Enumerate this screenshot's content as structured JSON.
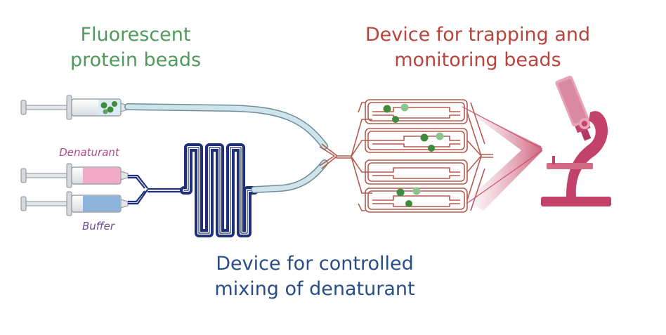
{
  "labels": {
    "beads": "Fluorescent\nprotein beads",
    "trapping": "Device for trapping and\nmonitoring beads",
    "mixing": "Device for controlled\nmixing of denaturant",
    "denaturant": "Denaturant",
    "buffer": "Buffer"
  },
  "colors": {
    "green_text": "#4f9a5c",
    "red_text": "#b8443b",
    "blue_text": "#2a4d87",
    "tube_fill": "#cfe3ea",
    "mixer_channel": "#1f2f7a",
    "trap_channel": "#b55a4e",
    "bead_dark": "#3f8a3c",
    "bead_light": "#8cc590",
    "denaturant_fill": "#f2aac6",
    "buffer_fill": "#8db4dc",
    "microscope": "#c9526f"
  },
  "icons": [
    "syringe-icon",
    "microscope-icon",
    "bead-icon"
  ]
}
